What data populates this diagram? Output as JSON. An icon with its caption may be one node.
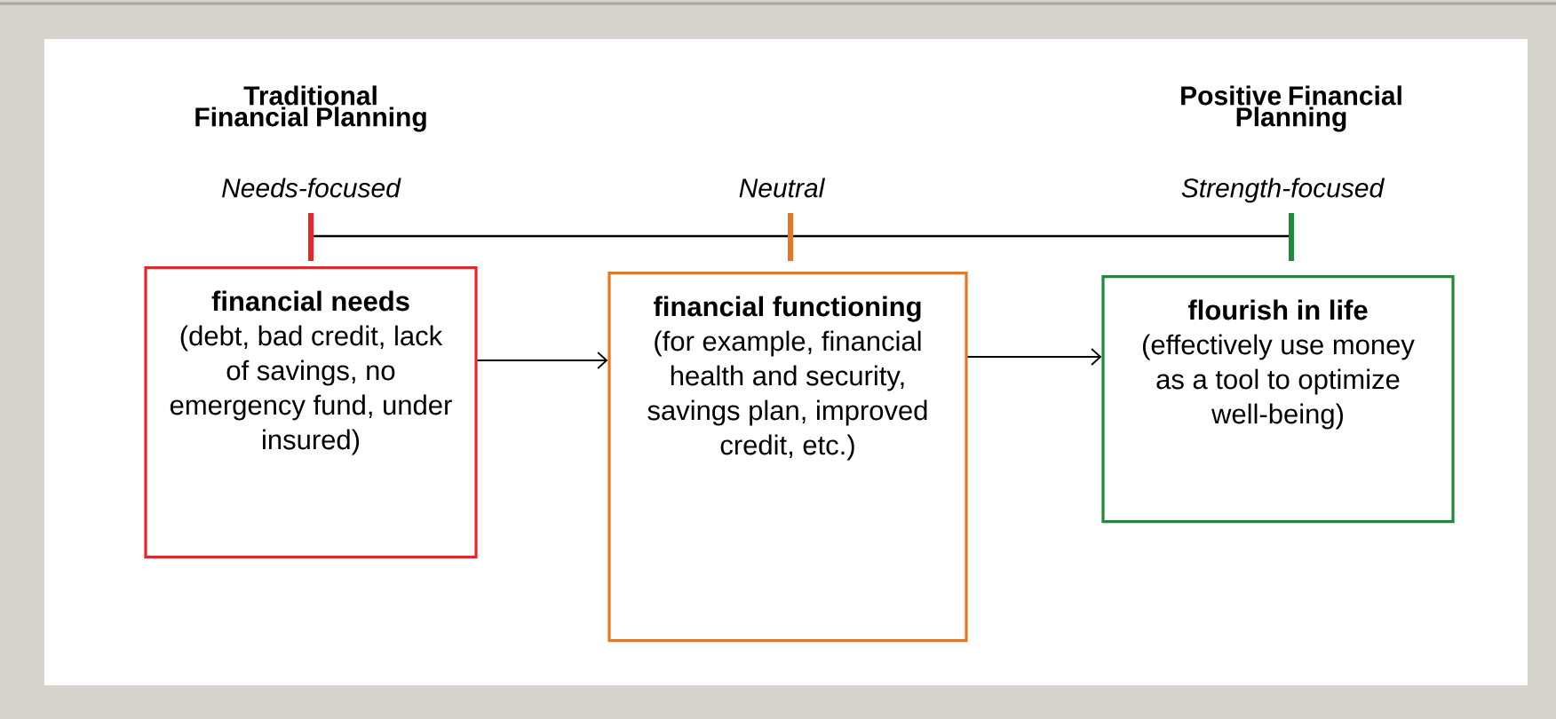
{
  "diagram": {
    "nodes": [
      {
        "text": [
          "financial needs",
          "(debt, bad credit, lack of savings, no emergency fund, under insured)"
        ]
      },
      {
        "text": [
          "financial functioning",
          "(for example, financial health and security, savings plan, improved credit, etc.)"
        ]
      },
      {
        "text": [
          "flourish in life",
          "(effectively use money as a tool to optimize well-being)"
        ]
      }
    ],
    "edges": [
      {
        "from": 0,
        "to": 1,
        "arrow": "to"
      },
      {
        "from": 1,
        "to": 2,
        "arrow": "to"
      }
    ],
    "labels": [
      "Traditional Financial Planning",
      "Needs-focused",
      "Neutral",
      "Positive Financial Planning",
      "Strength-focused"
    ]
  }
}
